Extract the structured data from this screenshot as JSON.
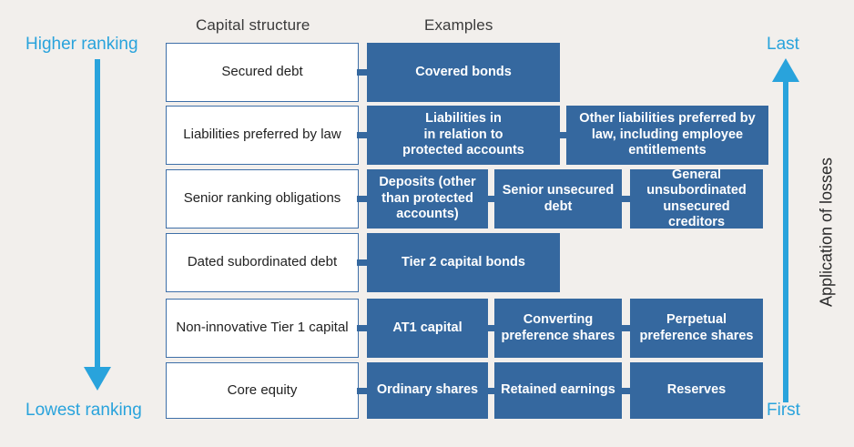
{
  "colors": {
    "background": "#F2EFEC",
    "box_blue": "#35689F",
    "arrow_blue": "#29A3DC",
    "border_blue": "#3E6FA8",
    "white": "#FFFFFF",
    "text_dark": "#222222"
  },
  "headers": {
    "capital_structure": "Capital structure",
    "examples": "Examples"
  },
  "left_axis": {
    "top_label": "Higher ranking",
    "bottom_label": "Lowest ranking",
    "direction": "down"
  },
  "right_axis": {
    "top_label": "Last",
    "bottom_label": "First",
    "caption": "Application of losses",
    "direction": "up"
  },
  "rows": [
    {
      "capital_structure": "Secured debt",
      "examples": [
        "Covered bonds"
      ]
    },
    {
      "capital_structure": "Liabilities preferred by law",
      "examples": [
        "Liabilities in\nin relation to\nprotected accounts",
        "Other liabilities preferred by law, including employee entitlements"
      ]
    },
    {
      "capital_structure": "Senior ranking obligations",
      "examples": [
        "Deposits (other than protected accounts)",
        "Senior unsecured debt",
        "General unsubordinated unsecured creditors"
      ]
    },
    {
      "capital_structure": "Dated subordinated debt",
      "examples": [
        "Tier 2 capital bonds"
      ]
    },
    {
      "capital_structure": "Non-innovative Tier 1 capital",
      "examples": [
        "AT1 capital",
        "Converting preference shares",
        "Perpetual preference shares"
      ]
    },
    {
      "capital_structure": "Core equity",
      "examples": [
        "Ordinary shares",
        "Retained earnings",
        "Reserves"
      ]
    }
  ]
}
